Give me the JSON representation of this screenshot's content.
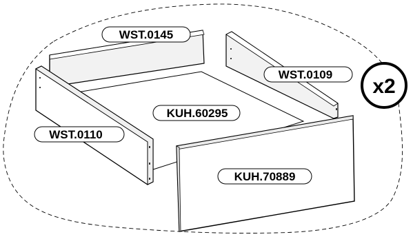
{
  "parts": {
    "back_panel": {
      "label": "WST.0145"
    },
    "right_side": {
      "label": "WST.0109"
    },
    "left_side": {
      "label": "WST.0110"
    },
    "bottom_panel": {
      "label": "KUH.60295"
    },
    "front_panel": {
      "label": "KUH.70889"
    }
  },
  "quantity_badge": {
    "text": "x2"
  },
  "colors": {
    "line": "#000000",
    "panel_face": "#ffffff",
    "panel_edge": "#e6e6e6"
  }
}
